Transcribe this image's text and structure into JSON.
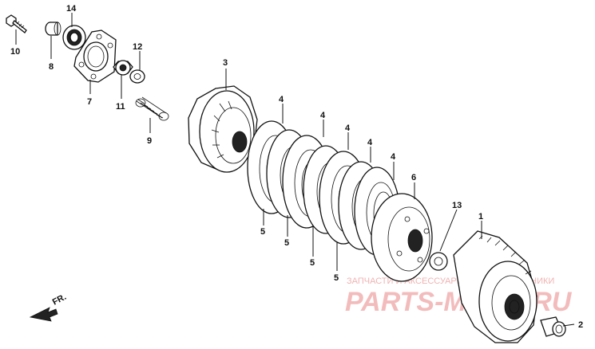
{
  "watermark": {
    "subtitle": "ЗАПЧАСТИ И АКСЕССУАРЫ ДЛЯ МОТОТЕХНИКИ",
    "brand": "PARTS-MOTO.RU"
  },
  "direction_label": "FR.",
  "callouts": [
    {
      "id": "14",
      "label": "14"
    },
    {
      "id": "10",
      "label": "10"
    },
    {
      "id": "8",
      "label": "8"
    },
    {
      "id": "7",
      "label": "7"
    },
    {
      "id": "12",
      "label": "12"
    },
    {
      "id": "11",
      "label": "11"
    },
    {
      "id": "9",
      "label": "9"
    },
    {
      "id": "3",
      "label": "3"
    },
    {
      "id": "4a",
      "label": "4"
    },
    {
      "id": "4b",
      "label": "4"
    },
    {
      "id": "4c",
      "label": "4"
    },
    {
      "id": "4d",
      "label": "4"
    },
    {
      "id": "4e",
      "label": "4"
    },
    {
      "id": "6",
      "label": "6"
    },
    {
      "id": "13",
      "label": "13"
    },
    {
      "id": "1",
      "label": "1"
    },
    {
      "id": "2",
      "label": "2"
    },
    {
      "id": "5a",
      "label": "5"
    },
    {
      "id": "5b",
      "label": "5"
    },
    {
      "id": "5c",
      "label": "5"
    },
    {
      "id": "5d",
      "label": "5"
    }
  ]
}
